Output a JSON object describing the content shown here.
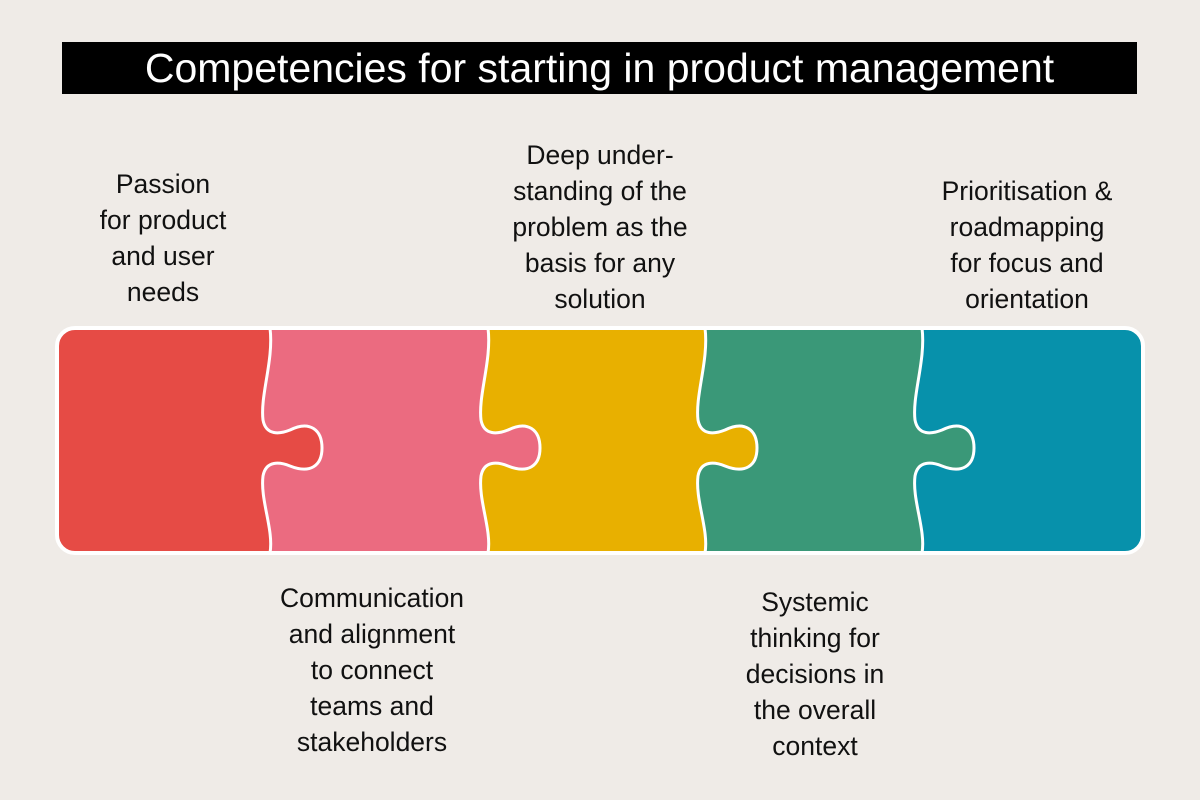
{
  "title": "Competencies for starting in product management",
  "colors": [
    "#e64b45",
    "#eb6b80",
    "#e8b000",
    "#3a9878",
    "#0791ab"
  ],
  "competencies": [
    {
      "text": "Passion\nfor product\nand user\nneeds"
    },
    {
      "text": "Communication\nand alignment\nto connect\nteams and\nstakeholders"
    },
    {
      "text": "Deep under-\nstanding of the\nproblem as the\nbasis for any\nsolution"
    },
    {
      "text": "Systemic\nthinking for\ndecisions in\nthe overall\ncontext"
    },
    {
      "text": "Prioritisation &\nroadmapping\nfor focus and\norientation"
    }
  ]
}
